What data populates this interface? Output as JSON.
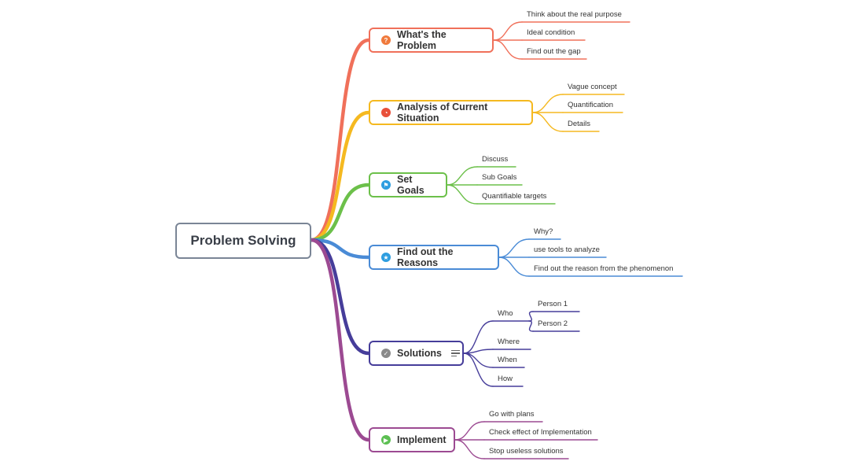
{
  "root": {
    "label": "Problem Solving",
    "color": "#7a8596"
  },
  "branches": [
    {
      "id": "problem",
      "label": "What's the Problem",
      "color": "#f0705a",
      "icon": "question-icon",
      "icon_color": "#f07a3c",
      "icon_glyph": "?",
      "leaves": [
        {
          "label": "Think about the real purpose"
        },
        {
          "label": "Ideal condition"
        },
        {
          "label": "Find out the gap"
        }
      ]
    },
    {
      "id": "analysis",
      "label": "Analysis of Current Situation",
      "color": "#f5b920",
      "icon": "clock-icon",
      "icon_color": "#e8503a",
      "icon_glyph": "◔",
      "leaves": [
        {
          "label": "Vague concept"
        },
        {
          "label": "Quantification"
        },
        {
          "label": "Details"
        }
      ]
    },
    {
      "id": "goals",
      "label": "Set Goals",
      "color": "#6cc04a",
      "icon": "flag-icon",
      "icon_color": "#2e9ee0",
      "icon_glyph": "⚑",
      "leaves": [
        {
          "label": "Discuss"
        },
        {
          "label": "Sub Goals"
        },
        {
          "label": "Quantifiable targets"
        }
      ]
    },
    {
      "id": "reasons",
      "label": "Find out the Reasons",
      "color": "#4a8bd6",
      "icon": "star-icon",
      "icon_color": "#2e9ee0",
      "icon_glyph": "★",
      "leaves": [
        {
          "label": "Why?"
        },
        {
          "label": "use tools to analyze"
        },
        {
          "label": "Find out the reason from the phenomenon"
        }
      ]
    },
    {
      "id": "solutions",
      "label": "Solutions",
      "color": "#463d9a",
      "icon": "check-icon",
      "icon_color": "#8a8a8a",
      "icon_glyph": "✓",
      "has_notes": true,
      "leaves": [
        {
          "label": "Who",
          "children": [
            {
              "label": "Person 1"
            },
            {
              "label": "Person 2"
            }
          ]
        },
        {
          "label": "Where"
        },
        {
          "label": "When"
        },
        {
          "label": "How"
        }
      ]
    },
    {
      "id": "implement",
      "label": "Implement",
      "color": "#9c4a92",
      "icon": "play-icon",
      "icon_color": "#5cbf52",
      "icon_glyph": "▶",
      "leaves": [
        {
          "label": "Go with plans"
        },
        {
          "label": "Check effect of Implementation"
        },
        {
          "label": "Stop useless solutions"
        }
      ]
    }
  ]
}
